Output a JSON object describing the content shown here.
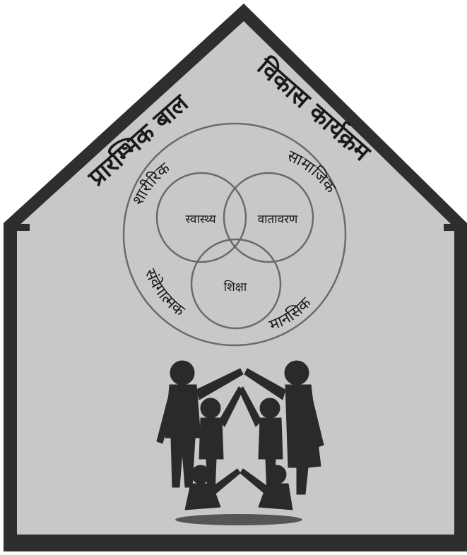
{
  "title": {
    "left": "प्रारम्भिक बाल",
    "right": "विकास कार्यक्रम"
  },
  "domains": {
    "physical": "शारीरिक",
    "social": "सामाजिक",
    "emotional": "संवेगात्मक",
    "mental": "मानसिक"
  },
  "circles": {
    "health": "स्वास्थ्य",
    "environment": "वातावरण",
    "education": "शिक्षा"
  },
  "colors": {
    "house_fill": "#c8c8c8",
    "house_border": "#2e2e2e",
    "line": "#6a6a6a",
    "figures": "#2a2a2a"
  }
}
